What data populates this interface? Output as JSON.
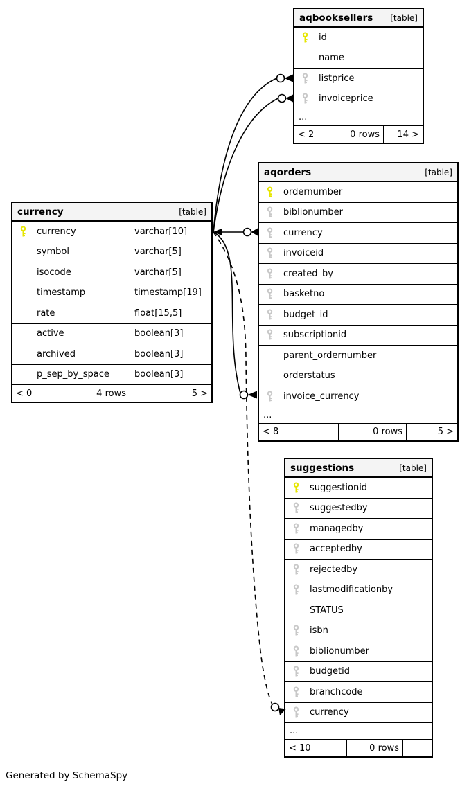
{
  "page": {
    "generator_note": "Generated by SchemaSpy"
  },
  "colors": {
    "primary_key": "#e6e600",
    "foreign_key": "#c8c8c8",
    "table_header_bg": "#f4f4f4",
    "line": "#000000"
  },
  "tables": {
    "aqbooksellers": {
      "title": "aqbooksellers",
      "badge": "[table]",
      "columns": [
        {
          "name": "id",
          "key": "pk"
        },
        {
          "name": "name",
          "key": ""
        },
        {
          "name": "listprice",
          "key": "fk"
        },
        {
          "name": "invoiceprice",
          "key": "fk"
        }
      ],
      "ellipsis": "...",
      "footer": {
        "left": "< 2",
        "middle": "0 rows",
        "right": "14 >"
      }
    },
    "aqorders": {
      "title": "aqorders",
      "badge": "[table]",
      "columns": [
        {
          "name": "ordernumber",
          "key": "pk"
        },
        {
          "name": "biblionumber",
          "key": "fk"
        },
        {
          "name": "currency",
          "key": "fk"
        },
        {
          "name": "invoiceid",
          "key": "fk"
        },
        {
          "name": "created_by",
          "key": "fk"
        },
        {
          "name": "basketno",
          "key": "fk"
        },
        {
          "name": "budget_id",
          "key": "fk"
        },
        {
          "name": "subscriptionid",
          "key": "fk"
        },
        {
          "name": "parent_ordernumber",
          "key": ""
        },
        {
          "name": "orderstatus",
          "key": ""
        },
        {
          "name": "invoice_currency",
          "key": "fk"
        }
      ],
      "ellipsis": "...",
      "footer": {
        "left": "< 8",
        "middle": "0 rows",
        "right": "5 >"
      }
    },
    "currency": {
      "title": "currency",
      "badge": "[table]",
      "columns": [
        {
          "name": "currency",
          "type": "varchar[10]",
          "key": "pk"
        },
        {
          "name": "symbol",
          "type": "varchar[5]",
          "key": ""
        },
        {
          "name": "isocode",
          "type": "varchar[5]",
          "key": ""
        },
        {
          "name": "timestamp",
          "type": "timestamp[19]",
          "key": ""
        },
        {
          "name": "rate",
          "type": "float[15,5]",
          "key": ""
        },
        {
          "name": "active",
          "type": "boolean[3]",
          "key": ""
        },
        {
          "name": "archived",
          "type": "boolean[3]",
          "key": ""
        },
        {
          "name": "p_sep_by_space",
          "type": "boolean[3]",
          "key": ""
        }
      ],
      "footer": {
        "left": "< 0",
        "middle": "4 rows",
        "right": "5 >"
      }
    },
    "suggestions": {
      "title": "suggestions",
      "badge": "[table]",
      "columns": [
        {
          "name": "suggestionid",
          "key": "pk"
        },
        {
          "name": "suggestedby",
          "key": "fk"
        },
        {
          "name": "managedby",
          "key": "fk"
        },
        {
          "name": "acceptedby",
          "key": "fk"
        },
        {
          "name": "rejectedby",
          "key": "fk"
        },
        {
          "name": "lastmodificationby",
          "key": "fk"
        },
        {
          "name": "STATUS",
          "key": ""
        },
        {
          "name": "isbn",
          "key": "fk"
        },
        {
          "name": "biblionumber",
          "key": "fk"
        },
        {
          "name": "budgetid",
          "key": "fk"
        },
        {
          "name": "branchcode",
          "key": "fk"
        },
        {
          "name": "currency",
          "key": "fk"
        }
      ],
      "ellipsis": "...",
      "footer": {
        "left": "< 10",
        "middle": "0 rows",
        "right": ""
      }
    }
  },
  "relationships": [
    {
      "from": "currency.currency",
      "to": "aqbooksellers.listprice",
      "line": "solid"
    },
    {
      "from": "currency.currency",
      "to": "aqbooksellers.invoiceprice",
      "line": "solid"
    },
    {
      "from": "currency.currency",
      "to": "aqorders.currency",
      "line": "solid"
    },
    {
      "from": "currency.currency",
      "to": "aqorders.invoice_currency",
      "line": "solid"
    },
    {
      "from": "currency.currency",
      "to": "suggestions.currency",
      "line": "dashed"
    }
  ]
}
